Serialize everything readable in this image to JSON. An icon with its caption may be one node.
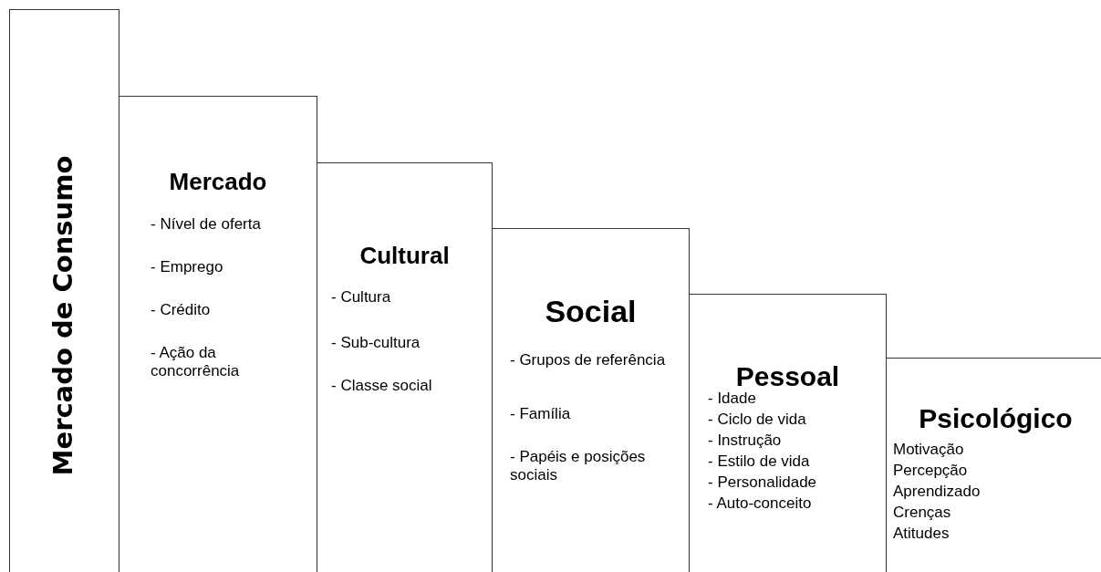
{
  "diagram": {
    "nodes": [
      {
        "text": [
          "Mercado de Consumo"
        ]
      },
      {
        "text": [
          "Mercado",
          "- Nível de oferta",
          "- Emprego",
          "- Crédito",
          "- Ação da concorrência"
        ]
      },
      {
        "text": [
          "Cultural",
          "- Cultura",
          "- Sub-cultura",
          "- Classe social"
        ]
      },
      {
        "text": [
          "Social",
          "- Grupos de referência",
          "- Família",
          "- Papéis e posições sociais"
        ]
      },
      {
        "text": [
          "Pessoal",
          "- Idade",
          "- Ciclo de vida",
          "- Instrução",
          "- Estilo de vida",
          "- Personalidade",
          "- Auto-conceito"
        ]
      },
      {
        "text": [
          "Psicológico",
          "Motivação",
          "Percepção",
          "Aprendizado",
          "Crenças",
          "Atitudes"
        ]
      }
    ],
    "edges": []
  }
}
